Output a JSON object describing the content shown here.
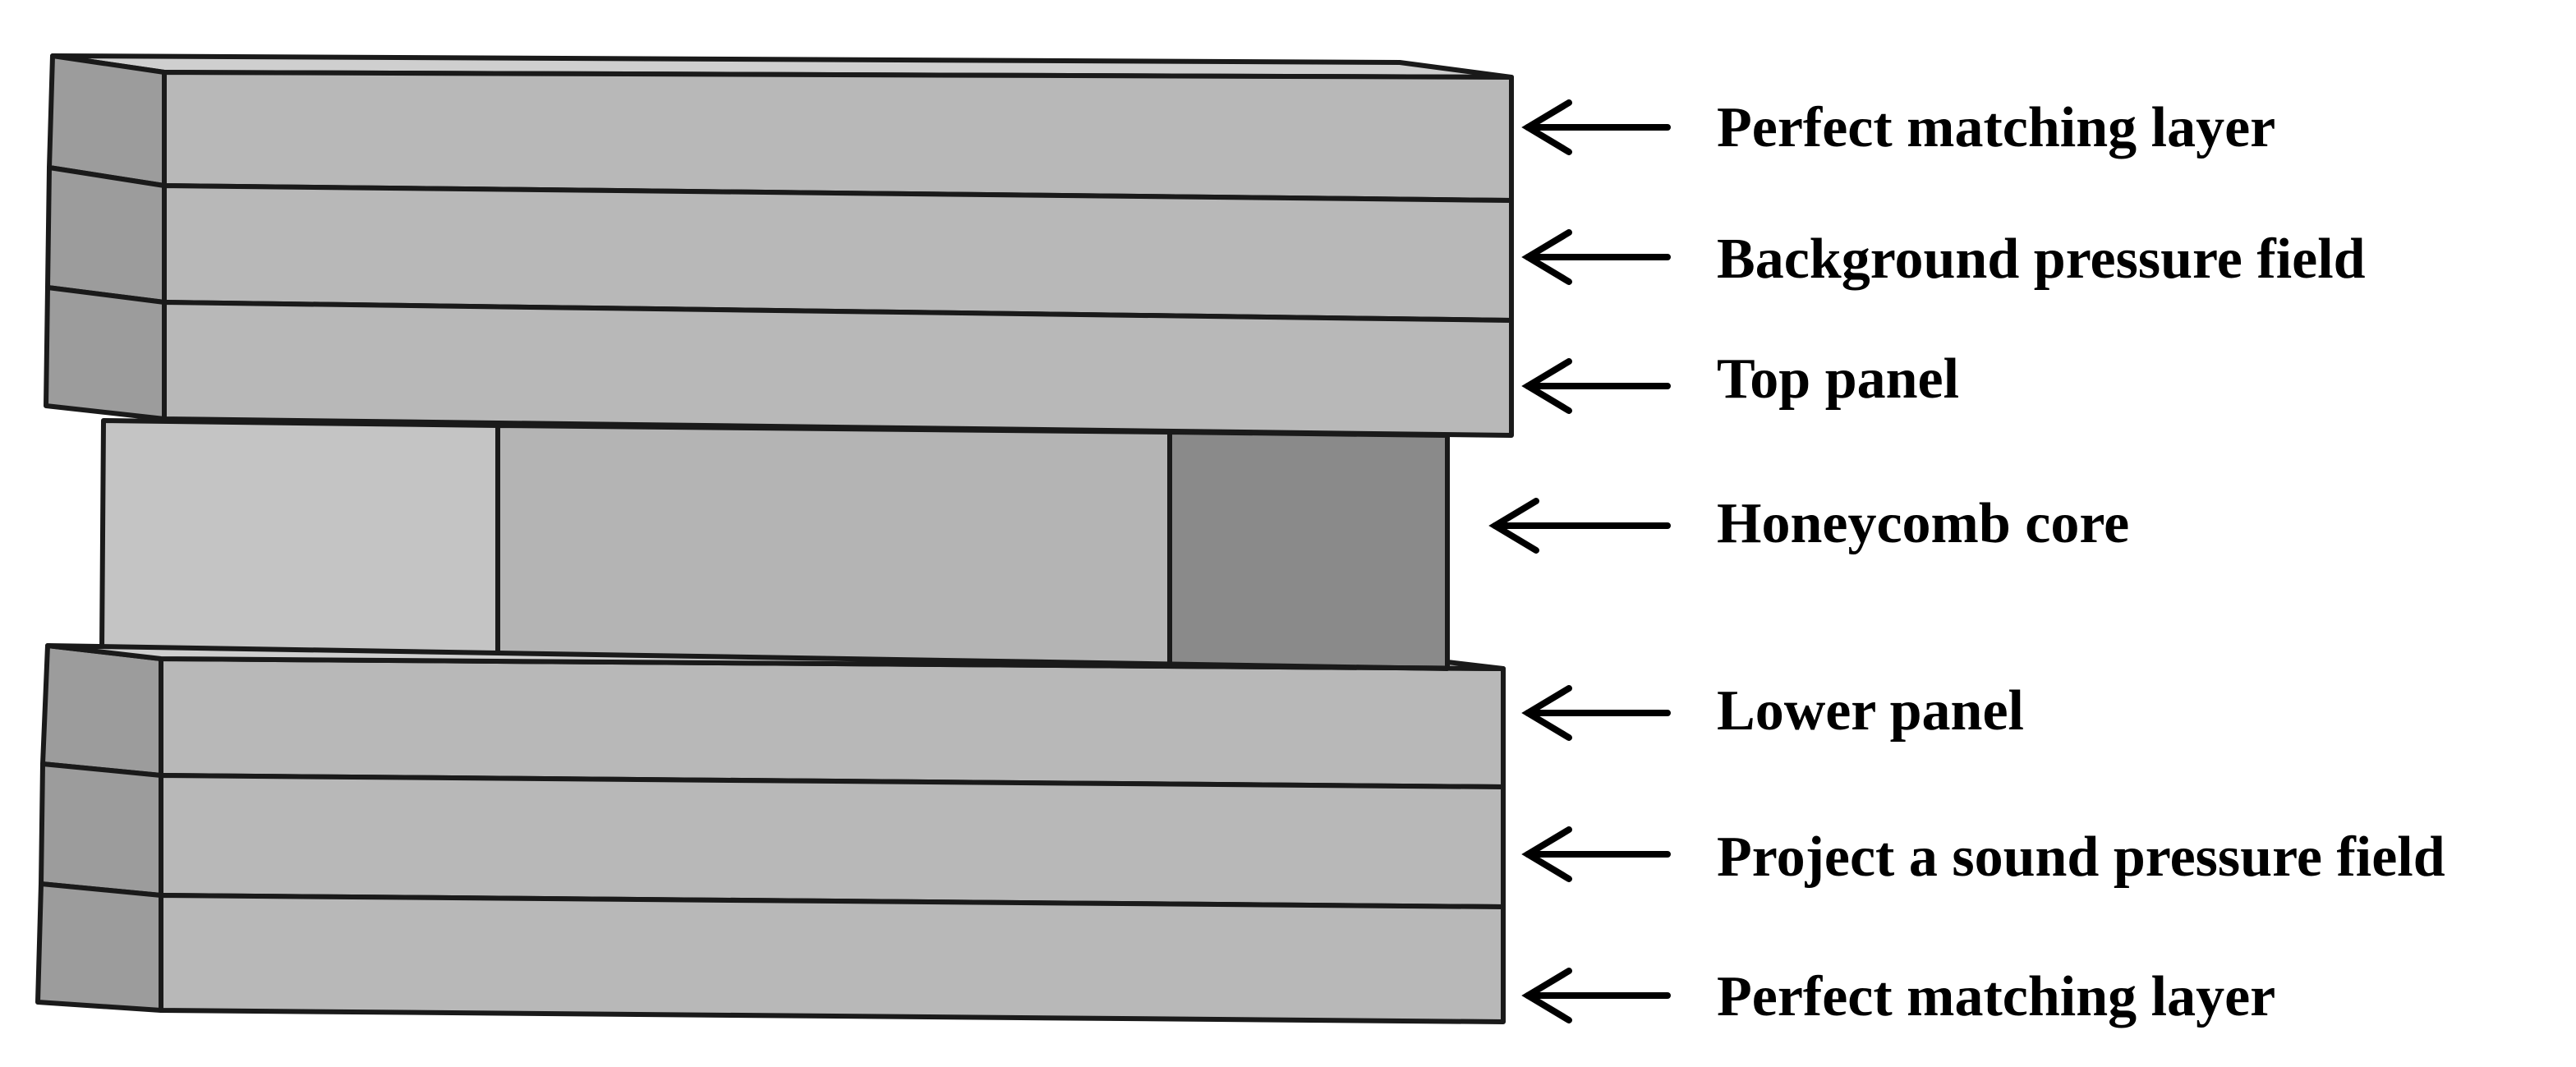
{
  "diagram": {
    "layers": [
      {
        "id": "pml-top",
        "label": "Perfect matching layer"
      },
      {
        "id": "background-field",
        "label": "Background pressure field"
      },
      {
        "id": "top-panel",
        "label": "Top panel"
      },
      {
        "id": "honeycomb-core",
        "label": "Honeycomb core"
      },
      {
        "id": "lower-panel",
        "label": "Lower panel"
      },
      {
        "id": "projected-field",
        "label": "Project a sound pressure field"
      },
      {
        "id": "pml-bottom",
        "label": "Perfect matching layer"
      }
    ],
    "colors": {
      "front_face": "#b8b8b8",
      "side_face": "#9c9c9c",
      "top_face": "#cfcfcf",
      "core_left": "#c4c4c4",
      "core_middle": "#b4b4b4",
      "core_right": "#8a8a8a",
      "edge": "#1a1a1a",
      "text": "#000000"
    }
  }
}
